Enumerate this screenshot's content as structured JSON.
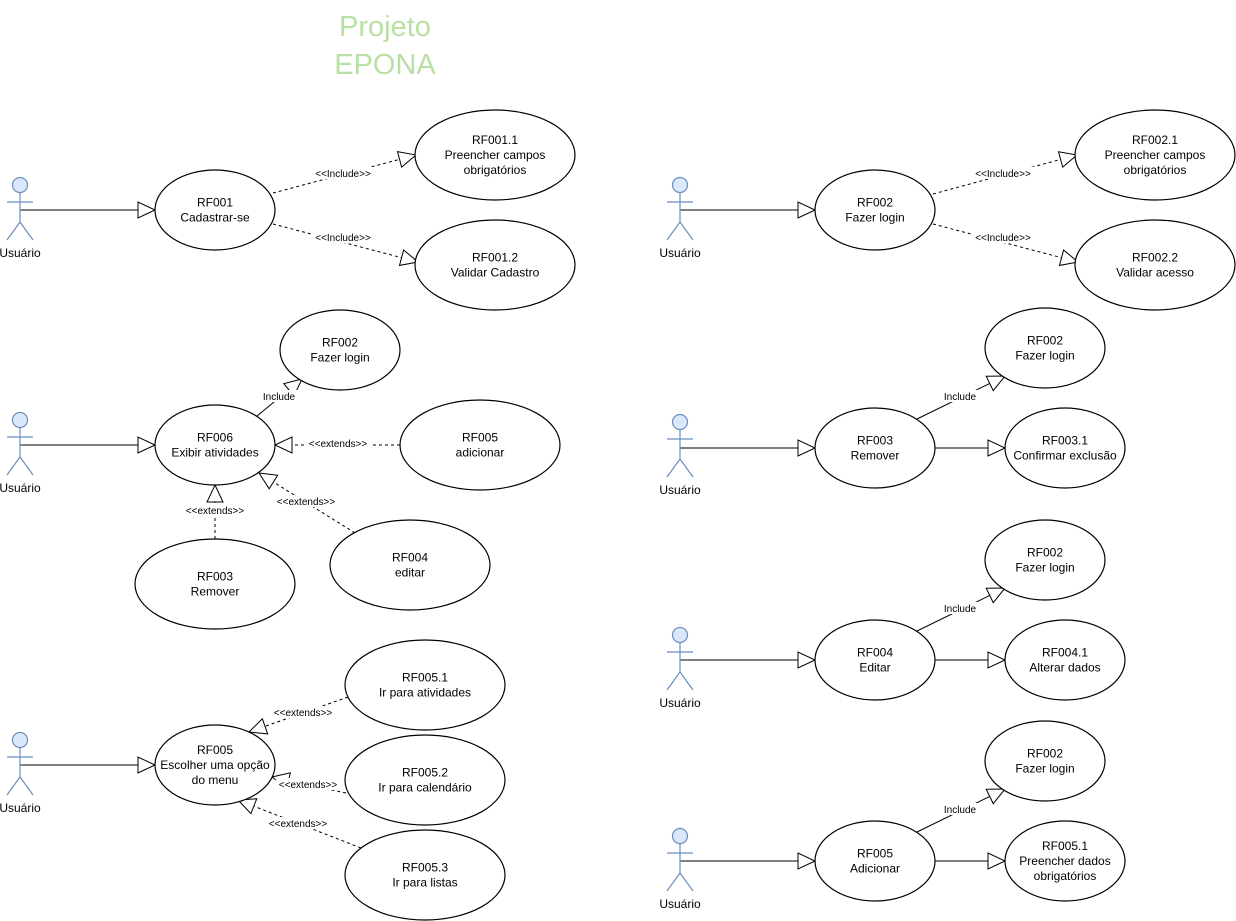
{
  "title": {
    "line1": "Projeto",
    "line2": "EPONA",
    "color": "#b9e0a5"
  },
  "colors": {
    "actor_fill": "#dae8fc",
    "actor_stroke": "#6c8ebf",
    "line": "#000000"
  },
  "labels": {
    "include_stereo": "<<Include>>",
    "include_plain": "Include",
    "extends": "<<extends>>"
  },
  "actors": [
    {
      "id": "a1",
      "label": "Usuário"
    },
    {
      "id": "a2",
      "label": "Usuário"
    },
    {
      "id": "a3",
      "label": "Usuário"
    },
    {
      "id": "a4",
      "label": "Usuário"
    },
    {
      "id": "a5",
      "label": "Usuário"
    },
    {
      "id": "a6",
      "label": "Usuário"
    },
    {
      "id": "a7",
      "label": "Usuário"
    }
  ],
  "usecases": [
    {
      "id": "u1",
      "lines": [
        "RF001",
        "Cadastrar-se"
      ]
    },
    {
      "id": "u2",
      "lines": [
        "RF001.1",
        "Preencher campos",
        "obrigatórios"
      ]
    },
    {
      "id": "u3",
      "lines": [
        "RF001.2",
        "Validar Cadastro"
      ]
    },
    {
      "id": "u4",
      "lines": [
        "RF002",
        "Fazer login"
      ]
    },
    {
      "id": "u5",
      "lines": [
        "RF002.1",
        "Preencher campos",
        "obrigatórios"
      ]
    },
    {
      "id": "u6",
      "lines": [
        "RF002.2",
        "Validar acesso"
      ]
    },
    {
      "id": "u7",
      "lines": [
        "RF002",
        "Fazer login"
      ]
    },
    {
      "id": "u8",
      "lines": [
        "RF006",
        "Exibir atividades"
      ]
    },
    {
      "id": "u9",
      "lines": [
        "RF005",
        "adicionar"
      ]
    },
    {
      "id": "u10",
      "lines": [
        "RF003",
        "Remover"
      ]
    },
    {
      "id": "u11",
      "lines": [
        "RF004",
        "editar"
      ]
    },
    {
      "id": "u12",
      "lines": [
        "RF002",
        "Fazer login"
      ]
    },
    {
      "id": "u13",
      "lines": [
        "RF003",
        "Remover"
      ]
    },
    {
      "id": "u14",
      "lines": [
        "RF003.1",
        "Confirmar exclusão"
      ]
    },
    {
      "id": "u15",
      "lines": [
        "RF005.1",
        "Ir para atividades"
      ]
    },
    {
      "id": "u16",
      "lines": [
        "RF005",
        "Escolher uma opção",
        "do menu"
      ]
    },
    {
      "id": "u17",
      "lines": [
        "RF005.2",
        "Ir para calendário"
      ]
    },
    {
      "id": "u18",
      "lines": [
        "RF005.3",
        "Ir para listas"
      ]
    },
    {
      "id": "u19",
      "lines": [
        "RF002",
        "Fazer login"
      ]
    },
    {
      "id": "u20",
      "lines": [
        "RF004",
        "Editar"
      ]
    },
    {
      "id": "u21",
      "lines": [
        "RF004.1",
        "Alterar dados"
      ]
    },
    {
      "id": "u22",
      "lines": [
        "RF002",
        "Fazer login"
      ]
    },
    {
      "id": "u23",
      "lines": [
        "RF005",
        "Adicionar"
      ]
    },
    {
      "id": "u24",
      "lines": [
        "RF005.1",
        "Preencher dados",
        "obrigatórios"
      ]
    }
  ]
}
